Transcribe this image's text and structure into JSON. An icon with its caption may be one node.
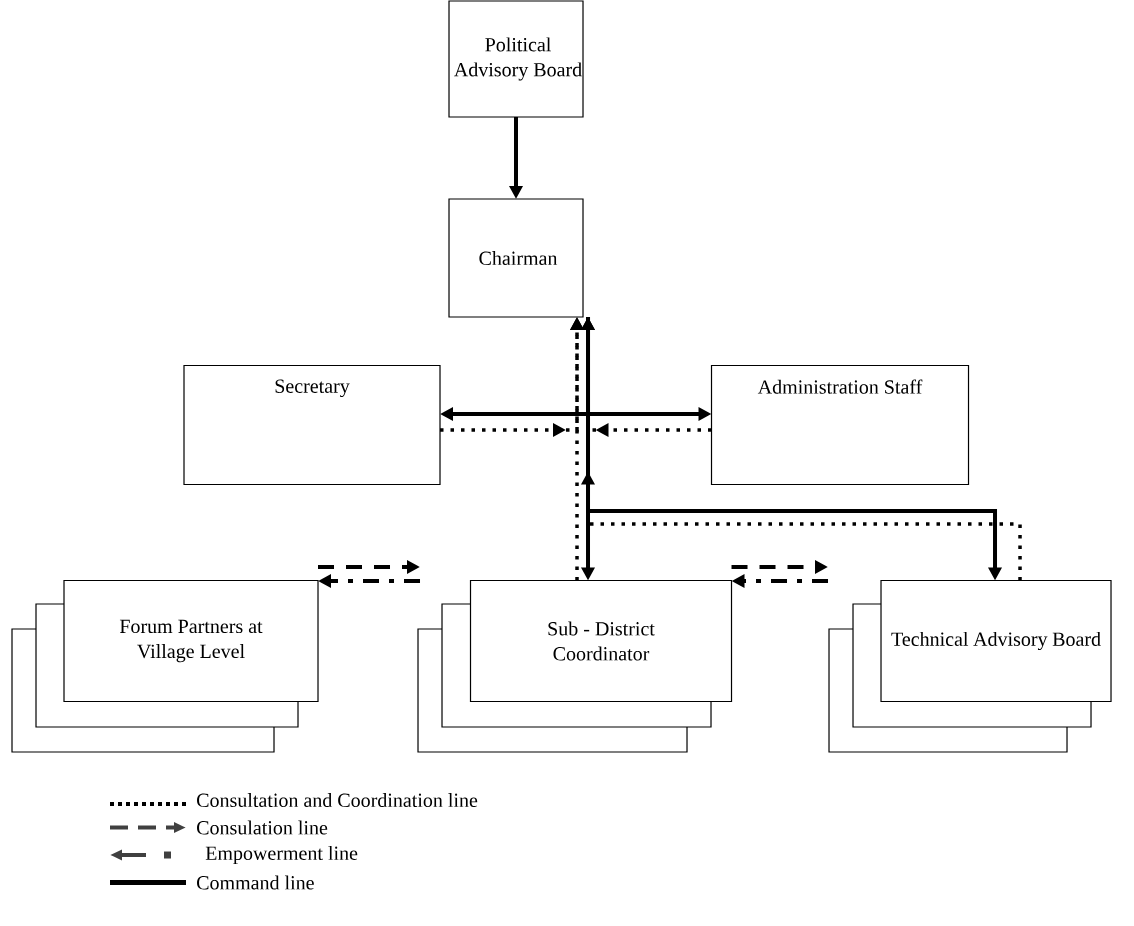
{
  "diagram": {
    "nodes": [
      {
        "text": [
          "Political Advisory Board"
        ]
      },
      {
        "text": [
          "Chairman"
        ]
      },
      {
        "text": [
          "Secretary"
        ]
      },
      {
        "text": [
          "Administration Staff"
        ]
      },
      {
        "text": [
          "Forum Partners at Village Level"
        ]
      },
      {
        "text": [
          "Sub - District Coordinator"
        ]
      },
      {
        "text": [
          "Technical Advisory Board"
        ]
      }
    ],
    "edges": [
      {
        "from": 0,
        "to": 1,
        "arrow": "to"
      },
      {
        "from": 1,
        "to": 5,
        "arrow": "to"
      },
      {
        "from": 5,
        "to": 1,
        "arrow": "to",
        "style": "dashed"
      },
      {
        "from": 1,
        "to": 2,
        "arrow": "to"
      },
      {
        "from": 1,
        "to": 3,
        "arrow": "to"
      },
      {
        "from": 2,
        "to": 1,
        "arrow": "to",
        "style": "dashed"
      },
      {
        "from": 3,
        "to": 1,
        "arrow": "to",
        "style": "dashed"
      },
      {
        "from": 1,
        "to": 6,
        "arrow": "to"
      },
      {
        "from": 6,
        "to": 1,
        "arrow": "to",
        "style": "dashed"
      },
      {
        "from": 4,
        "to": 5,
        "arrow": "to",
        "style": "dashed"
      },
      {
        "from": 5,
        "to": 4,
        "arrow": "to",
        "style": "dashed"
      },
      {
        "from": 5,
        "to": 6,
        "arrow": "to",
        "style": "dashed"
      },
      {
        "from": 6,
        "to": 5,
        "arrow": "to",
        "style": "dashed"
      }
    ],
    "legend": [
      {
        "text": "Consultation and Coordination line"
      },
      {
        "text": "Consulation line"
      },
      {
        "text": "Empowerment line"
      },
      {
        "text": "Command line"
      }
    ]
  }
}
